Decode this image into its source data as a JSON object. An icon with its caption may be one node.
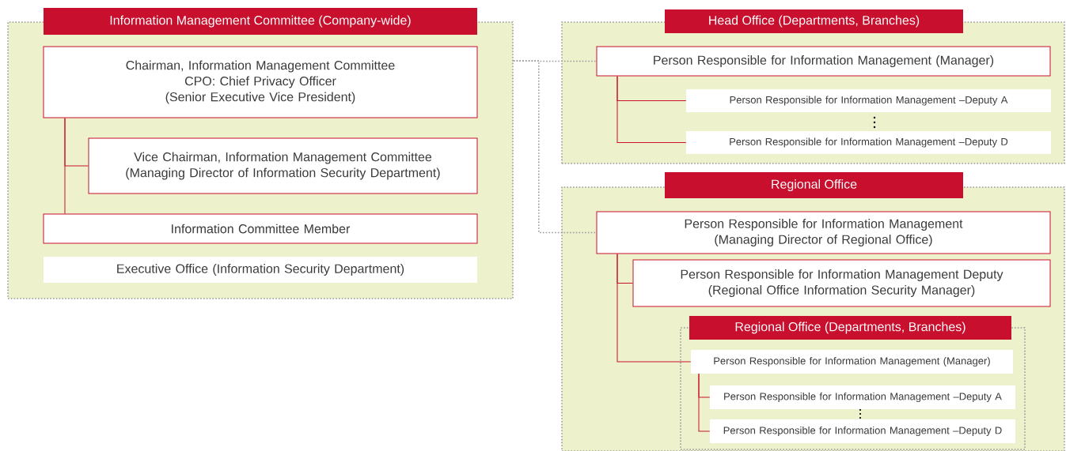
{
  "diagram": {
    "nodes": [
      {
        "text": [
          "Information Management Committee (Company-wide)"
        ]
      },
      {
        "text": [
          "Chairman, Information Management Committee CPO: Chief Privacy Officer (Senior Executive Vice President)"
        ],
        "in": 0
      },
      {
        "text": [
          "Vice Chairman, Information Management Committee (Managing Director of Information Security Department)"
        ],
        "in": 0
      },
      {
        "text": [
          "Information Committee Member"
        ],
        "in": 0
      },
      {
        "text": [
          "Executive Office (Information Security Department)"
        ],
        "in": 0
      },
      {
        "text": [
          "Head Office (Departments, Branches)"
        ]
      },
      {
        "text": [
          "Person Responsible for Information Management (Manager)"
        ],
        "in": 5
      },
      {
        "text": [
          "Person Responsible for Information Management –Deputy A"
        ],
        "in": 5
      },
      {
        "text": [
          "Person Responsible for Information Management –Deputy D"
        ],
        "in": 5
      },
      {
        "text": [
          "Regional Office"
        ]
      },
      {
        "text": [
          "Person Responsible for Information Management (Managing Director of Regional Office)"
        ],
        "in": 9
      },
      {
        "text": [
          "Person Responsible for Information Management Deputy (Regional Office Information Security Manager)"
        ],
        "in": 9
      },
      {
        "text": [
          "Regional Office (Departments, Branches)"
        ],
        "in": 9
      },
      {
        "text": [
          "Person Responsible for Information Management (Manager)"
        ],
        "in": 12
      },
      {
        "text": [
          "Person Responsible for Information Management –Deputy A"
        ],
        "in": 12
      },
      {
        "text": [
          "Person Responsible for Information Management –Deputy D"
        ],
        "in": 12
      }
    ],
    "edges": [
      {
        "from": 1,
        "to": 2,
        "arrow": "none"
      },
      {
        "from": 1,
        "to": 3,
        "arrow": "none"
      },
      {
        "from": 0,
        "to": 6,
        "arrow": "none",
        "style": "dashed",
        "color": "#999999"
      },
      {
        "from": 0,
        "to": 10,
        "arrow": "none",
        "style": "dashed",
        "color": "#999999"
      },
      {
        "from": 6,
        "to": 7,
        "arrow": "none"
      },
      {
        "from": 6,
        "to": 8,
        "arrow": "none"
      },
      {
        "from": 10,
        "to": 11,
        "arrow": "none"
      },
      {
        "from": 10,
        "to": 13,
        "arrow": "none"
      },
      {
        "from": 13,
        "to": 14,
        "arrow": "none"
      },
      {
        "from": 13,
        "to": 15,
        "arrow": "none"
      }
    ]
  }
}
